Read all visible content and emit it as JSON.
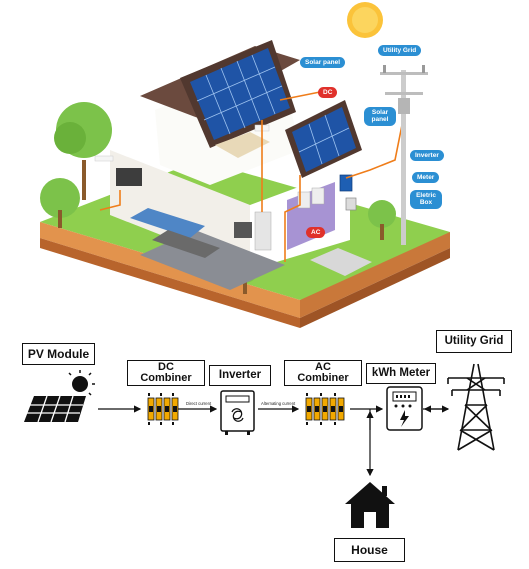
{
  "house_illustration": {
    "callouts": {
      "utility_grid": "Utility Grid",
      "solar_panel_top": "Solar panel",
      "dc": "DC",
      "solar_panel_side": "Solar panel",
      "inverter": "Inverter",
      "meter": "Meter",
      "electric_box": "Eletric Box",
      "ac": "AC"
    }
  },
  "flow_diagram": {
    "labels": {
      "pv_module": "PV Module",
      "dc_combiner": "DC Combiner",
      "inverter": "Inverter",
      "ac_combiner": "AC Combiner",
      "kwh_meter": "kWh Meter",
      "utility_grid": "Utility Grid",
      "house": "House"
    },
    "connector_labels": {
      "direct_current": "Direct current",
      "alternating_current": "Alternating current"
    }
  }
}
